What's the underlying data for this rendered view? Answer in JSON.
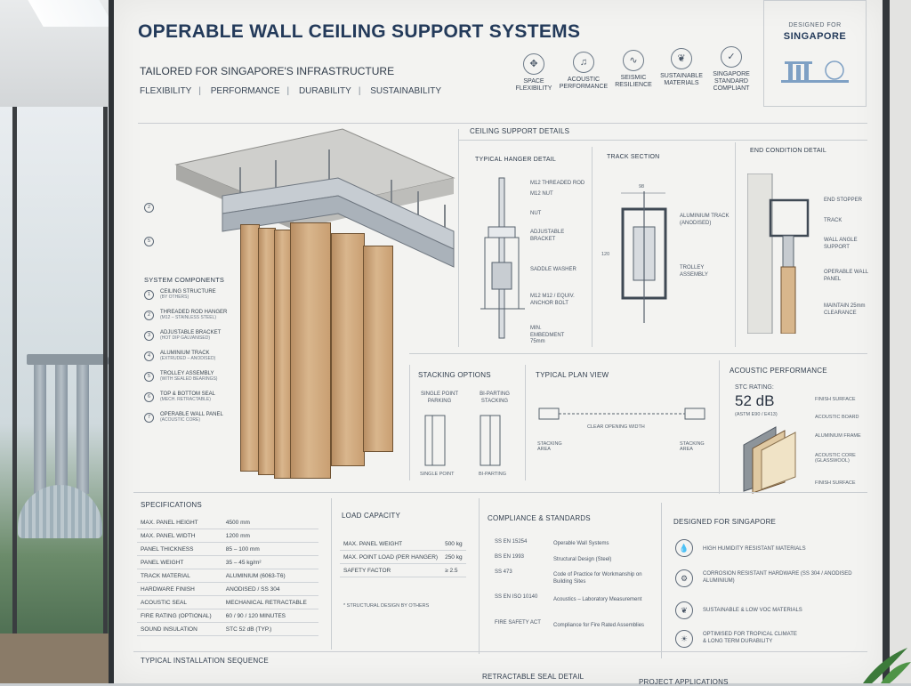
{
  "header": {
    "title": "OPERABLE WALL CEILING SUPPORT SYSTEMS",
    "subtitle": "TAILORED FOR SINGAPORE'S INFRASTRUCTURE",
    "tags": [
      "FLEXIBILITY",
      "PERFORMANCE",
      "DURABILITY",
      "SUSTAINABILITY"
    ],
    "features": [
      {
        "icon": "space-icon",
        "label": "SPACE FLEXIBILITY"
      },
      {
        "icon": "acoustic-icon",
        "label": "ACOUSTIC PERFORMANCE"
      },
      {
        "icon": "seismic-icon",
        "label": "SEISMIC RESILIENCE"
      },
      {
        "icon": "leaf-icon",
        "label": "SUSTAINABLE MATERIALS"
      },
      {
        "icon": "compliance-icon",
        "label": "SINGAPORE STANDARD COMPLIANT"
      }
    ],
    "designed_for_small": "DESIGNED FOR",
    "designed_for_big": "SINGAPORE"
  },
  "components": {
    "title": "SYSTEM COMPONENTS",
    "items": [
      {
        "num": "1",
        "label": "CEILING STRUCTURE",
        "sub": "(BY OTHERS)"
      },
      {
        "num": "2",
        "label": "THREADED ROD HANGER",
        "sub": "(M12 – STAINLESS STEEL)"
      },
      {
        "num": "3",
        "label": "ADJUSTABLE BRACKET",
        "sub": "(HOT DIP GALVANISED)"
      },
      {
        "num": "4",
        "label": "ALUMINIUM TRACK",
        "sub": "(EXTRUDED – ANODISED)"
      },
      {
        "num": "5",
        "label": "TROLLEY ASSEMBLY",
        "sub": "(WITH SEALED BEARINGS)"
      },
      {
        "num": "6",
        "label": "TOP & BOTTOM SEAL",
        "sub": "(MECH. RETRACTABLE)"
      },
      {
        "num": "7",
        "label": "OPERABLE WALL PANEL",
        "sub": "(ACOUSTIC CORE)"
      }
    ],
    "callouts": [
      "2",
      "5"
    ]
  },
  "ceiling_details": {
    "title": "CEILING SUPPORT DETAILS",
    "hanger": {
      "title": "TYPICAL HANGER DETAIL",
      "labels": [
        "M12 THREADED ROD",
        "M12 NUT",
        "NUT",
        "ADJUSTABLE BRACKET",
        "SADDLE WASHER",
        "M12 M12 / EQUIV. ANCHOR BOLT",
        "MIN. EMBEDMENT 75mm"
      ]
    },
    "track": {
      "title": "TRACK SECTION",
      "dim_w": "98",
      "dim_h": "120",
      "labels": [
        "ALUMINIUM TRACK (ANODISED)",
        "TROLLEY ASSEMBLY"
      ]
    },
    "end": {
      "title": "END CONDITION DETAIL",
      "labels": [
        "END STOPPER",
        "TRACK",
        "WALL ANGLE SUPPORT",
        "OPERABLE WALL PANEL",
        "MAINTAIN 25mm CLEARANCE"
      ]
    }
  },
  "stacking": {
    "title": "STACKING OPTIONS",
    "single": "SINGLE POINT PARKING",
    "biparting": "BI-PARTING STACKING",
    "single_caption": "SINGLE POINT",
    "bi_caption": "BI-PARTING"
  },
  "plan": {
    "title": "TYPICAL PLAN VIEW",
    "clear": "CLEAR OPENING WIDTH",
    "stack_left": "STACKING AREA",
    "stack_right": "STACKING AREA"
  },
  "acoustic": {
    "title": "ACOUSTIC PERFORMANCE",
    "rating_label": "STC RATING:",
    "rating_value": "52 dB",
    "standard": "(ASTM E90 / E413)",
    "layers": [
      "FINISH SURFACE",
      "ACOUSTIC BOARD",
      "ALUMINIUM FRAME",
      "ACOUSTIC CORE (GLASSWOOL)",
      "FINISH SURFACE"
    ]
  },
  "specifications": {
    "title": "SPECIFICATIONS",
    "rows": [
      [
        "MAX. PANEL HEIGHT",
        "4500 mm"
      ],
      [
        "MAX. PANEL WIDTH",
        "1200 mm"
      ],
      [
        "PANEL THICKNESS",
        "85 – 100 mm"
      ],
      [
        "PANEL WEIGHT",
        "35 – 45 kg/m²"
      ],
      [
        "TRACK MATERIAL",
        "ALUMINIUM (6063-T6)"
      ],
      [
        "HARDWARE FINISH",
        "ANODISED / SS 304"
      ],
      [
        "ACOUSTIC SEAL",
        "MECHANICAL RETRACTABLE"
      ],
      [
        "FIRE RATING (OPTIONAL)",
        "60 / 90 / 120 MINUTES"
      ],
      [
        "SOUND INSULATION",
        "STC 52 dB (TYP.)"
      ]
    ]
  },
  "load": {
    "title": "LOAD CAPACITY",
    "rows": [
      [
        "MAX. PANEL WEIGHT",
        "500 kg"
      ],
      [
        "MAX. POINT LOAD (PER HANGER)",
        "250 kg"
      ],
      [
        "SAFETY FACTOR",
        "≥ 2.5"
      ]
    ],
    "note": "* STRUCTURAL DESIGN BY OTHERS"
  },
  "compliance": {
    "title": "COMPLIANCE & STANDARDS",
    "rows": [
      [
        "SS EN 15254",
        "Operable Wall Systems"
      ],
      [
        "BS EN 1993",
        "Structural Design (Steel)"
      ],
      [
        "SS 473",
        "Code of Practice for Workmanship on Building Sites"
      ],
      [
        "SS EN ISO 10140",
        "Acoustics – Laboratory Measurement"
      ],
      [
        "FIRE SAFETY ACT",
        "Compliance for Fire Rated Assemblies"
      ]
    ]
  },
  "designed": {
    "title": "DESIGNED FOR SINGAPORE",
    "items": [
      {
        "icon": "humidity-icon",
        "label": "HIGH HUMIDITY RESISTANT MATERIALS"
      },
      {
        "icon": "corrosion-icon",
        "label": "CORROSION RESISTANT HARDWARE (SS 304 / ANODISED ALUMINIUM)"
      },
      {
        "icon": "leaf-icon",
        "label": "SUSTAINABLE & LOW VOC MATERIALS"
      },
      {
        "icon": "sun-icon",
        "label": "OPTIMISED FOR TROPICAL CLIMATE & LONG TERM DURABILITY"
      }
    ]
  },
  "footer": {
    "install": "TYPICAL INSTALLATION SEQUENCE",
    "seal": "RETRACTABLE SEAL DETAIL",
    "project": "PROJECT APPLICATIONS"
  }
}
